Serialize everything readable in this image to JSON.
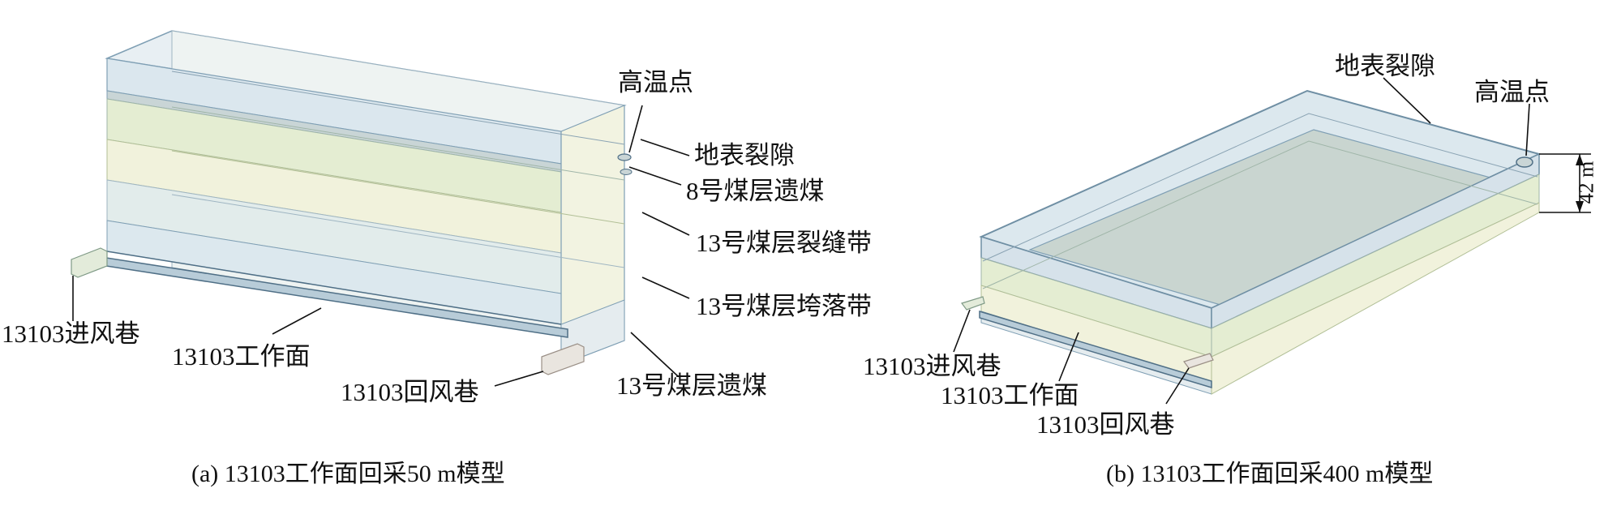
{
  "panel_a": {
    "labels": {
      "high_temp": "高温点",
      "surface_crack": "地表裂隙",
      "seam8_residual": "8号煤层遗煤",
      "seam13_fracture": "13号煤层裂缝带",
      "seam13_caving": "13号煤层垮落带",
      "seam13_residual": "13号煤层遗煤",
      "intake": "13103进风巷",
      "face": "13103工作面",
      "return": "13103回风巷"
    },
    "caption": "(a) 13103工作面回采50 m模型"
  },
  "panel_b": {
    "labels": {
      "surface_crack": "地表裂隙",
      "high_temp": "高温点",
      "height": "42 m",
      "intake": "13103进风巷",
      "face": "13103工作面",
      "return": "13103回风巷"
    },
    "caption": "(b) 13103工作面回采400 m模型"
  },
  "colors": {
    "edge": "#7f9fb4",
    "edge_dark": "#4f6f86",
    "fill_blue": "#dce8ee",
    "fill_green": "#e4edd2",
    "fill_yellow": "#f1f2dc",
    "fill_grey": "#c9d5d6",
    "roadway": "#e9e5df"
  }
}
